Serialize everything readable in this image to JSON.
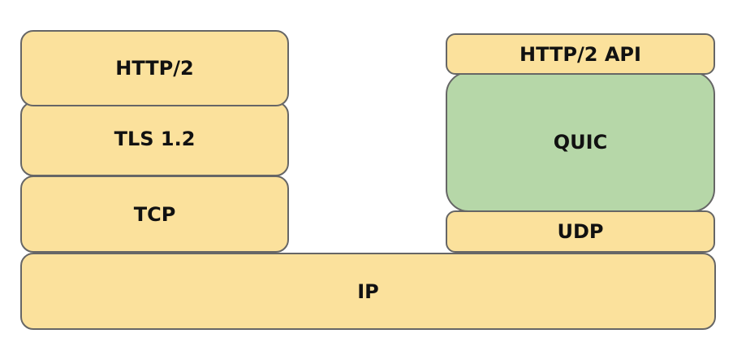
{
  "layers": {
    "http2": "HTTP/2",
    "tls": "TLS 1.2",
    "tcp": "TCP",
    "http2_api": "HTTP/2 API",
    "quic": "QUIC",
    "udp": "UDP",
    "ip": "IP"
  },
  "colors": {
    "layer_fill": "#fbe19c",
    "quic_fill": "#b6d7a8",
    "border": "#666666"
  }
}
